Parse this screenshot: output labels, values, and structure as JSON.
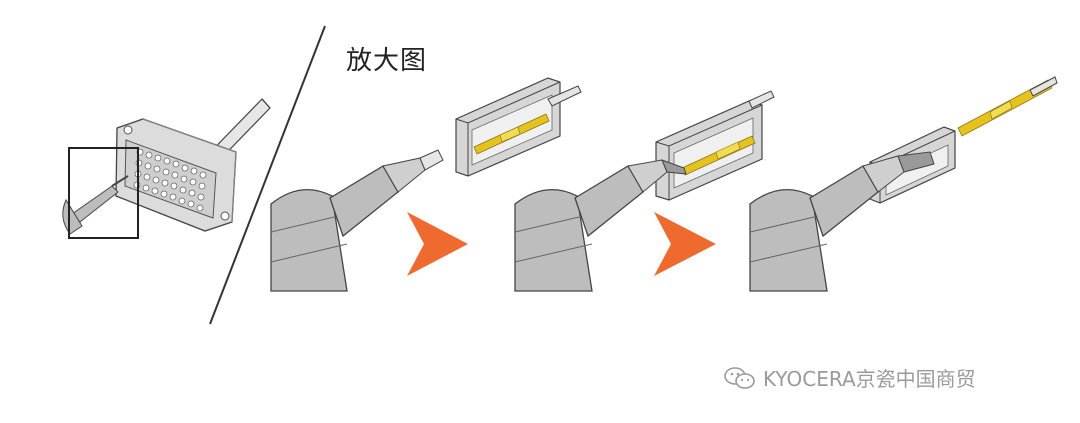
{
  "diagram": {
    "zoom_label": "放大图",
    "watermark": {
      "icon": "wechat-icon",
      "text": "KYOCERA京瓷中国商贸"
    },
    "colors": {
      "arrow": "#ee6a2f",
      "pin_gold": "#e6c21f",
      "tool_gray": "#bdbdbd",
      "outline": "#444444"
    },
    "steps": [
      "step-1-insert-pin",
      "step-2-push-pin",
      "step-3-release-tool"
    ]
  }
}
